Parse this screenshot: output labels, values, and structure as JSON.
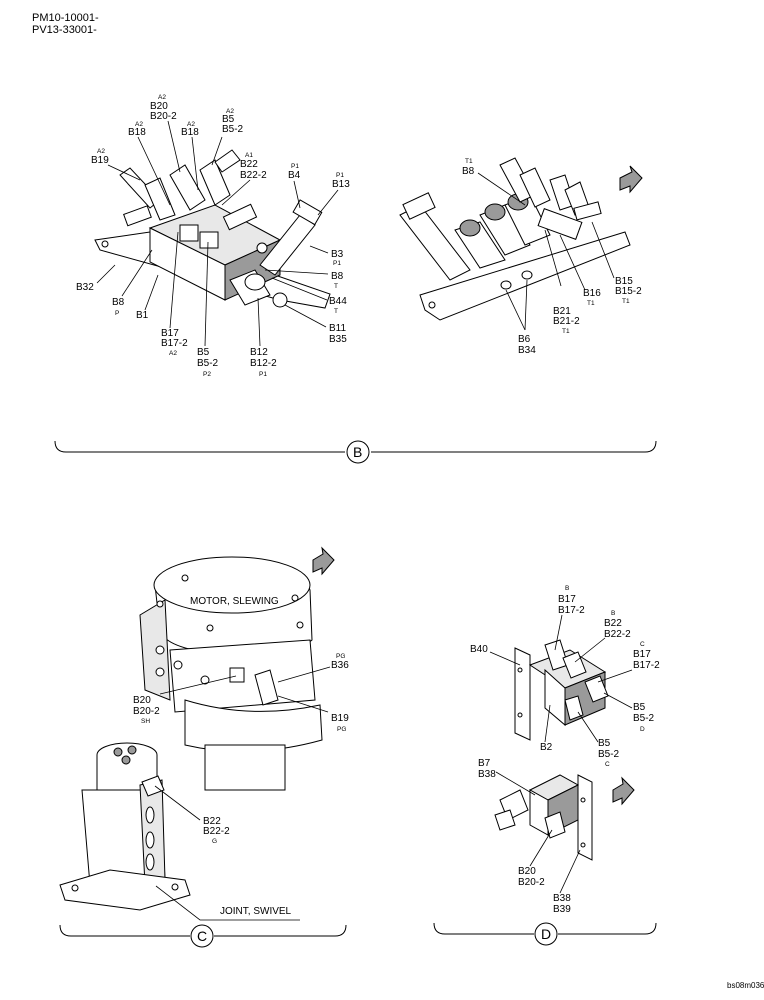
{
  "header": {
    "line1": "PM10-10001-",
    "line2": "PV13-33001-"
  },
  "footer": {
    "ref": "bs08m036"
  },
  "views": {
    "B": {
      "letter": "B"
    },
    "C": {
      "letter": "C"
    },
    "D": {
      "letter": "D"
    }
  },
  "captions": {
    "motor": "MOTOR, SLEWING",
    "joint": "JOINT, SWIVEL"
  },
  "labels_b_left": [
    {
      "t": "A2",
      "s": true
    },
    {
      "t": "B20"
    },
    {
      "t": "B20-2"
    },
    {
      "t": "A2",
      "s": true
    },
    {
      "t": "B18"
    },
    {
      "t": "A2",
      "s": true
    },
    {
      "t": "B18"
    },
    {
      "t": "A2",
      "s": true
    },
    {
      "t": "B5"
    },
    {
      "t": "B5-2"
    },
    {
      "t": "A2",
      "s": true
    },
    {
      "t": "B19"
    },
    {
      "t": "A1",
      "s": true
    },
    {
      "t": "B22"
    },
    {
      "t": "B22-2"
    },
    {
      "t": "P1",
      "s": true
    },
    {
      "t": "B4"
    },
    {
      "t": "P1",
      "s": true
    },
    {
      "t": "B13"
    },
    {
      "t": "B3"
    },
    {
      "t": "P1",
      "s": true
    },
    {
      "t": "B8"
    },
    {
      "t": "T",
      "s": true
    },
    {
      "t": "B44"
    },
    {
      "t": "T",
      "s": true
    },
    {
      "t": "B11"
    },
    {
      "t": "B35"
    },
    {
      "t": "B32"
    },
    {
      "t": "B8"
    },
    {
      "t": "P",
      "s": true
    },
    {
      "t": "B1"
    },
    {
      "t": "B17"
    },
    {
      "t": "B17-2"
    },
    {
      "t": "A2",
      "s": true
    },
    {
      "t": "B5"
    },
    {
      "t": "B5-2"
    },
    {
      "t": "P2",
      "s": true
    },
    {
      "t": "B12"
    },
    {
      "t": "B12-2"
    },
    {
      "t": "P1",
      "s": true
    }
  ],
  "labels_b_right": [
    {
      "t": "T1",
      "s": true
    },
    {
      "t": "B8"
    },
    {
      "t": "B15"
    },
    {
      "t": "B15-2"
    },
    {
      "t": "T1",
      "s": true
    },
    {
      "t": "B16"
    },
    {
      "t": "T1",
      "s": true
    },
    {
      "t": "B21"
    },
    {
      "t": "B21-2"
    },
    {
      "t": "T1",
      "s": true
    },
    {
      "t": "B6"
    },
    {
      "t": "B34"
    }
  ],
  "labels_c": [
    {
      "t": "PG",
      "s": true
    },
    {
      "t": "B36"
    },
    {
      "t": "B20"
    },
    {
      "t": "B20-2"
    },
    {
      "t": "SH",
      "s": true
    },
    {
      "t": "B19"
    },
    {
      "t": "PG",
      "s": true
    },
    {
      "t": "B22"
    },
    {
      "t": "B22-2"
    },
    {
      "t": "G",
      "s": true
    }
  ],
  "labels_d": [
    {
      "t": "B",
      "s": true
    },
    {
      "t": "B17"
    },
    {
      "t": "B17-2"
    },
    {
      "t": "B",
      "s": true
    },
    {
      "t": "B22"
    },
    {
      "t": "B22-2"
    },
    {
      "t": "C",
      "s": true
    },
    {
      "t": "B17"
    },
    {
      "t": "B17-2"
    },
    {
      "t": "B40"
    },
    {
      "t": "B5"
    },
    {
      "t": "B5-2"
    },
    {
      "t": "D",
      "s": true
    },
    {
      "t": "B2"
    },
    {
      "t": "B5"
    },
    {
      "t": "B5-2"
    },
    {
      "t": "C",
      "s": true
    },
    {
      "t": "B7"
    },
    {
      "t": "B38"
    },
    {
      "t": "B20"
    },
    {
      "t": "B20-2"
    },
    {
      "t": "B38"
    },
    {
      "t": "B39"
    }
  ]
}
